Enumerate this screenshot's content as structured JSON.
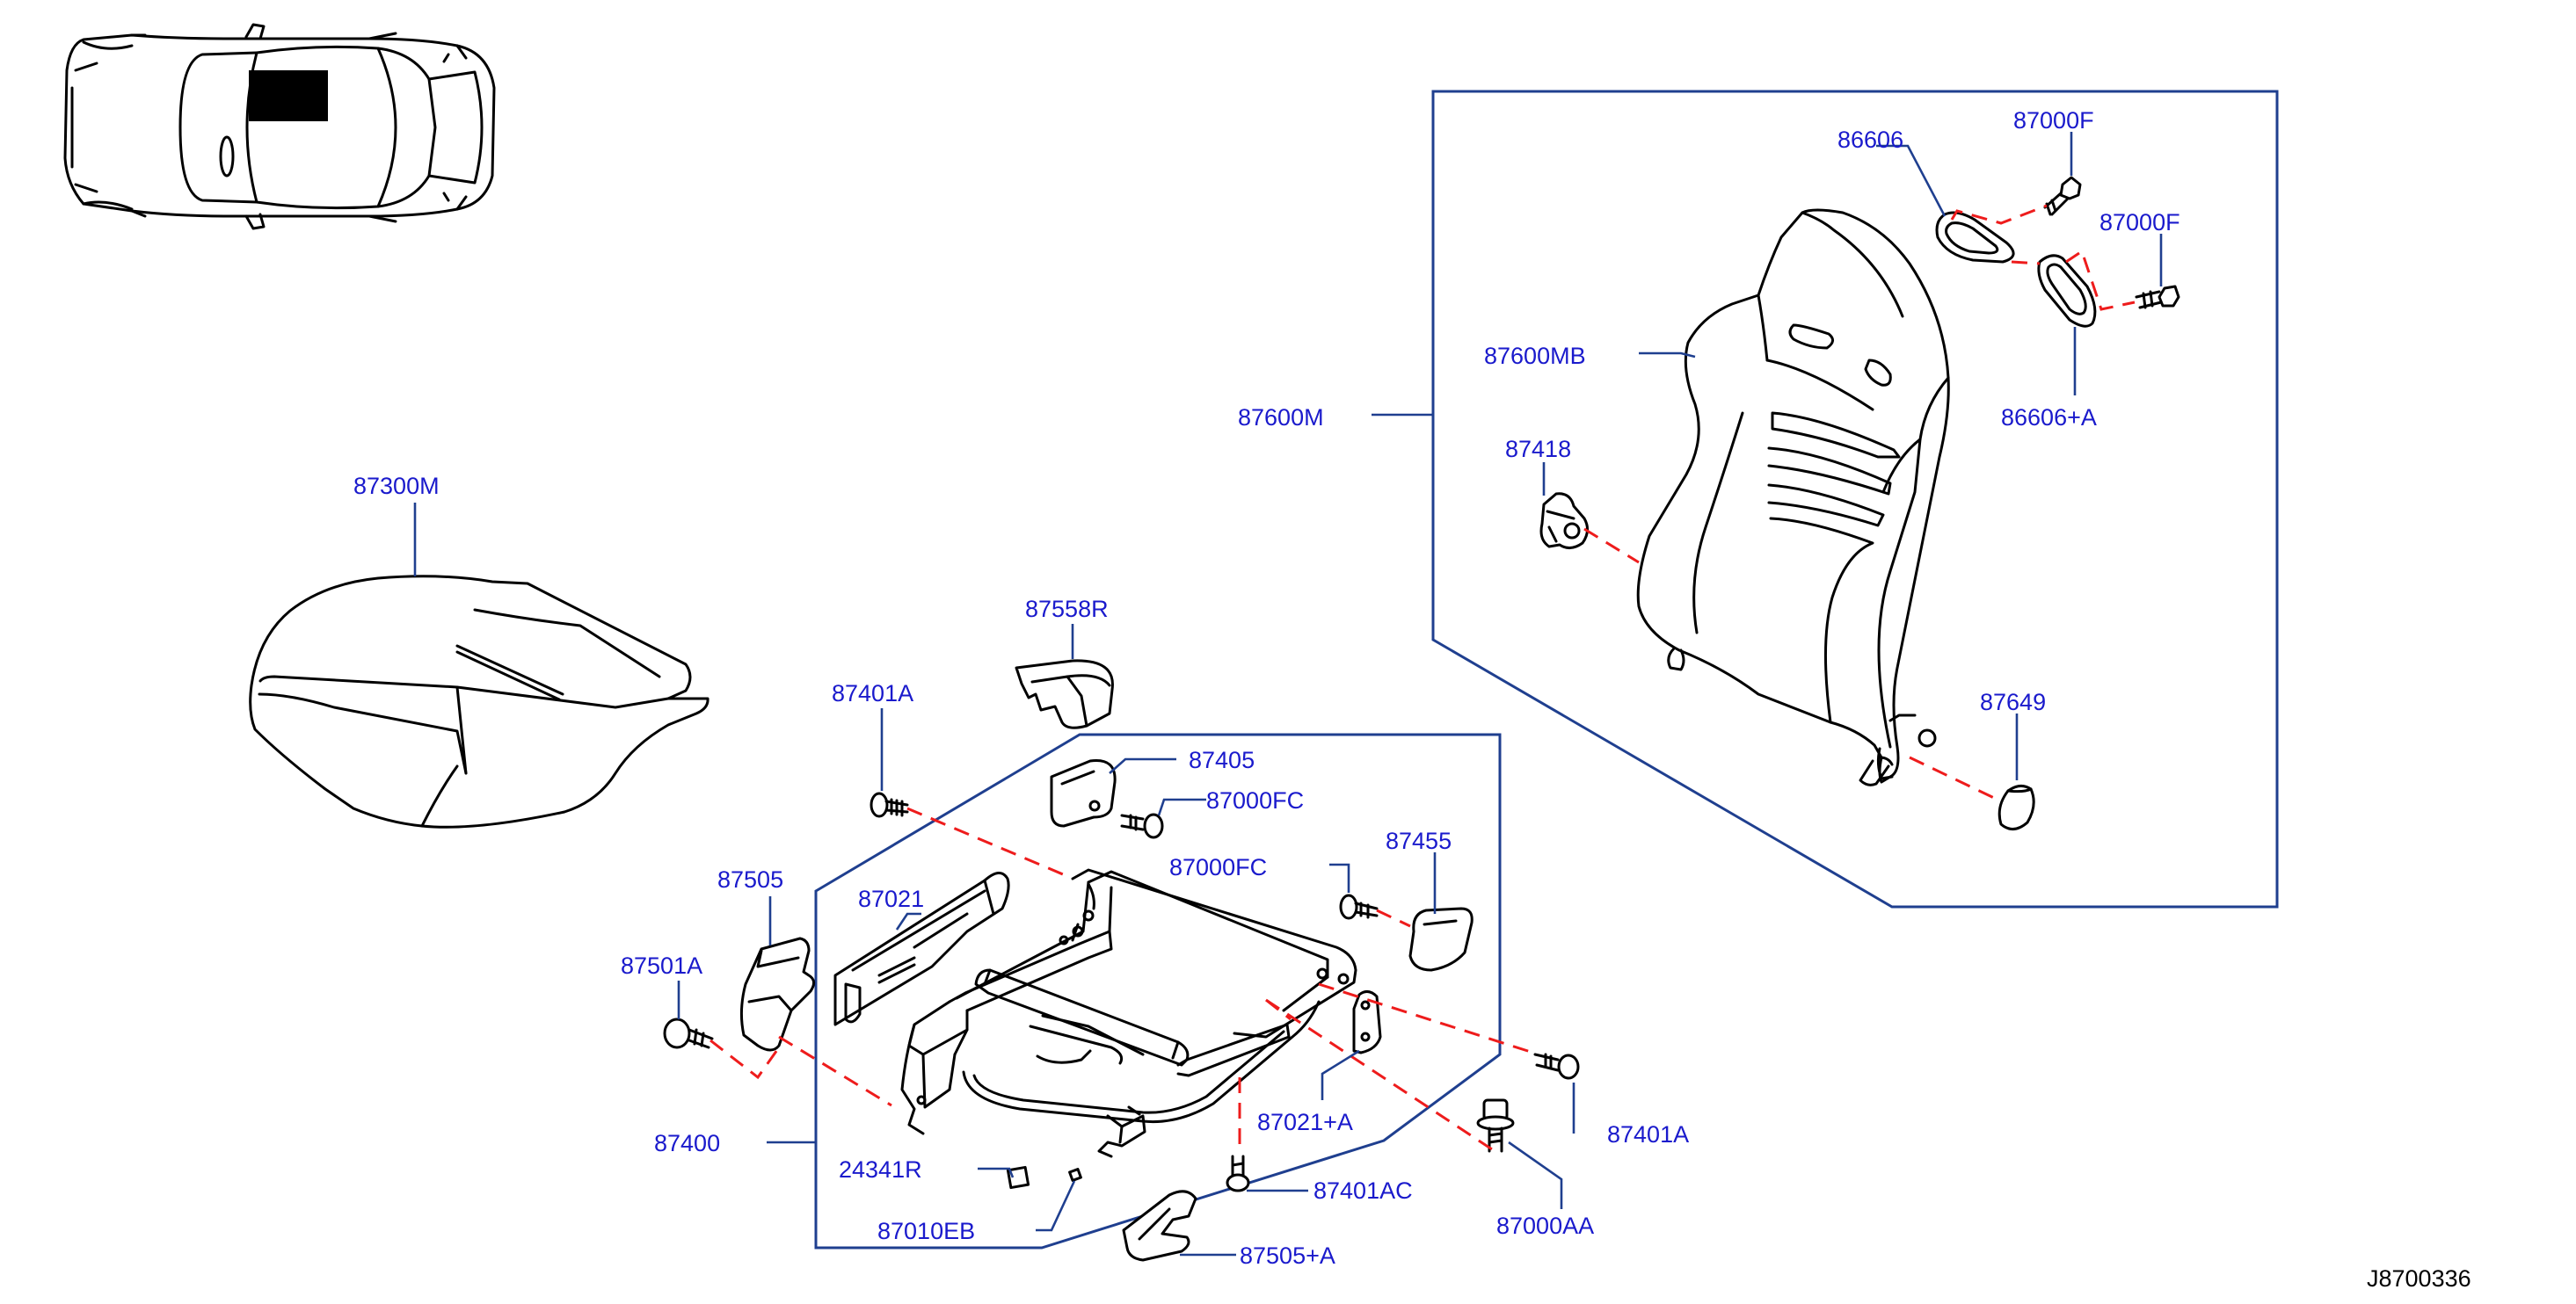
{
  "colors": {
    "label": "#1a1acc",
    "leader": "#1f3f8f",
    "frame": "#1f3f8f",
    "dash": "#ee1c1c",
    "ink": "#000000",
    "code": "#000000"
  },
  "labels": {
    "p87300M": "87300M",
    "p87558R": "87558R",
    "p87401A_top": "87401A",
    "p87405": "87405",
    "p87000FC_a": "87000FC",
    "p87000FC_b": "87000FC",
    "p87455": "87455",
    "p87505": "87505",
    "p87021": "87021",
    "p87501A": "87501A",
    "p87400": "87400",
    "p24341R": "24341R",
    "p87010EB": "87010EB",
    "p87021A": "87021+A",
    "p87401AC": "87401AC",
    "p87505A": "87505+A",
    "p87401A_right": "87401A",
    "p87000AA": "87000AA",
    "p86606": "86606",
    "p87000F_a": "87000F",
    "p87000F_b": "87000F",
    "p87600MB": "87600MB",
    "p87600M": "87600M",
    "p87418": "87418",
    "p86606A": "86606+A",
    "p87649": "87649"
  },
  "diagram_code": "J8700336"
}
